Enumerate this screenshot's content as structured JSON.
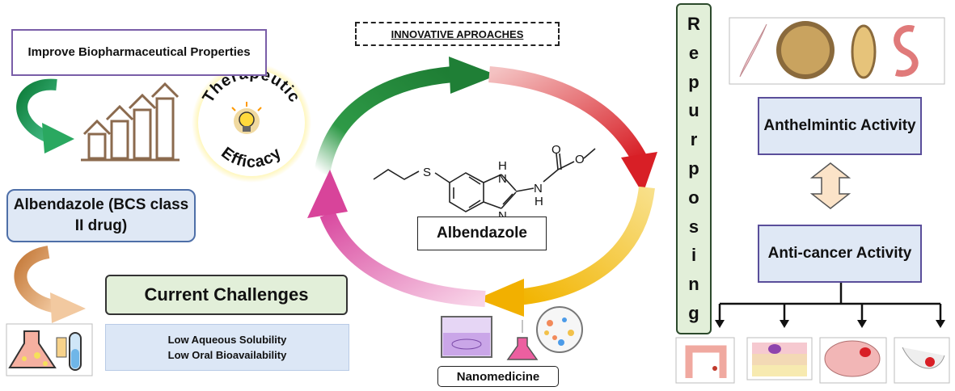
{
  "left": {
    "improve_title": "Improve Biopharmaceutical Properties",
    "efficacy_ring": "Therapeutic Efficacy",
    "drug_label": "Albendazole (BCS class II drug)",
    "challenges_title": "Current Challenges",
    "challenges": [
      "Low Aqueous Solubility",
      "Low Oral Bioavailability"
    ]
  },
  "center": {
    "approaches_title": "INNOVATIVE APROACHES",
    "molecule_name": "Albendazole",
    "structure_labels": {
      "s": "S",
      "nh1": "H",
      "n1": "N",
      "n2": "N",
      "nh2": "N",
      "h2": "H",
      "o1": "O",
      "o2": "O"
    },
    "nanomedicine": "Nanomedicine"
  },
  "right": {
    "repurposing_letters": [
      "R",
      "e",
      "p",
      "u",
      "r",
      "p",
      "o",
      "s",
      "i",
      "n",
      "g"
    ],
    "anthelmintic": "Anthelmintic Activity",
    "anticancer": "Anti-cancer Activity"
  },
  "icons": [
    "arrow-icon",
    "bar-growth-icon",
    "lightbulb-icon",
    "flask-icon",
    "test-tube-icon",
    "beaker-icon",
    "nanoparticle-icon",
    "parasite-icon",
    "colon-icon",
    "skin-icon",
    "brain-icon",
    "breast-icon"
  ]
}
